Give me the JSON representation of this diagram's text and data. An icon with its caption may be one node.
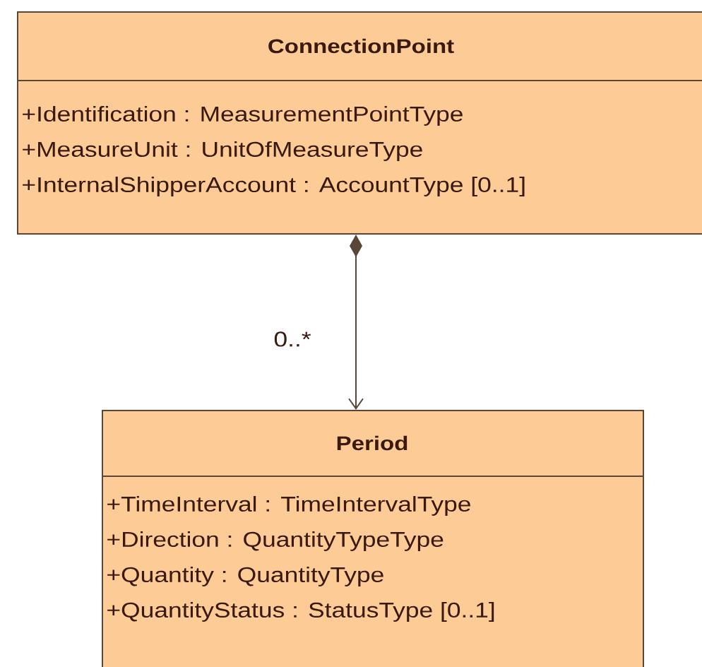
{
  "diagram": {
    "nodes": [
      {
        "text": [
          "ConnectionPoint",
          "+Identification : MeasurementPointType",
          "+MeasureUnit : UnitOfMeasureType",
          "+InternalShipperAccount : AccountType [0..1]"
        ]
      },
      {
        "text": [
          "Period",
          "+TimeInterval : TimeIntervalType",
          "+Direction : QuantityTypeType",
          "+Quantity : QuantityType",
          "+QuantityStatus : StatusType [0..1]"
        ]
      }
    ],
    "edges": [
      {
        "from": 0,
        "to": 1,
        "arrow": "to",
        "label": "0..*"
      }
    ]
  }
}
